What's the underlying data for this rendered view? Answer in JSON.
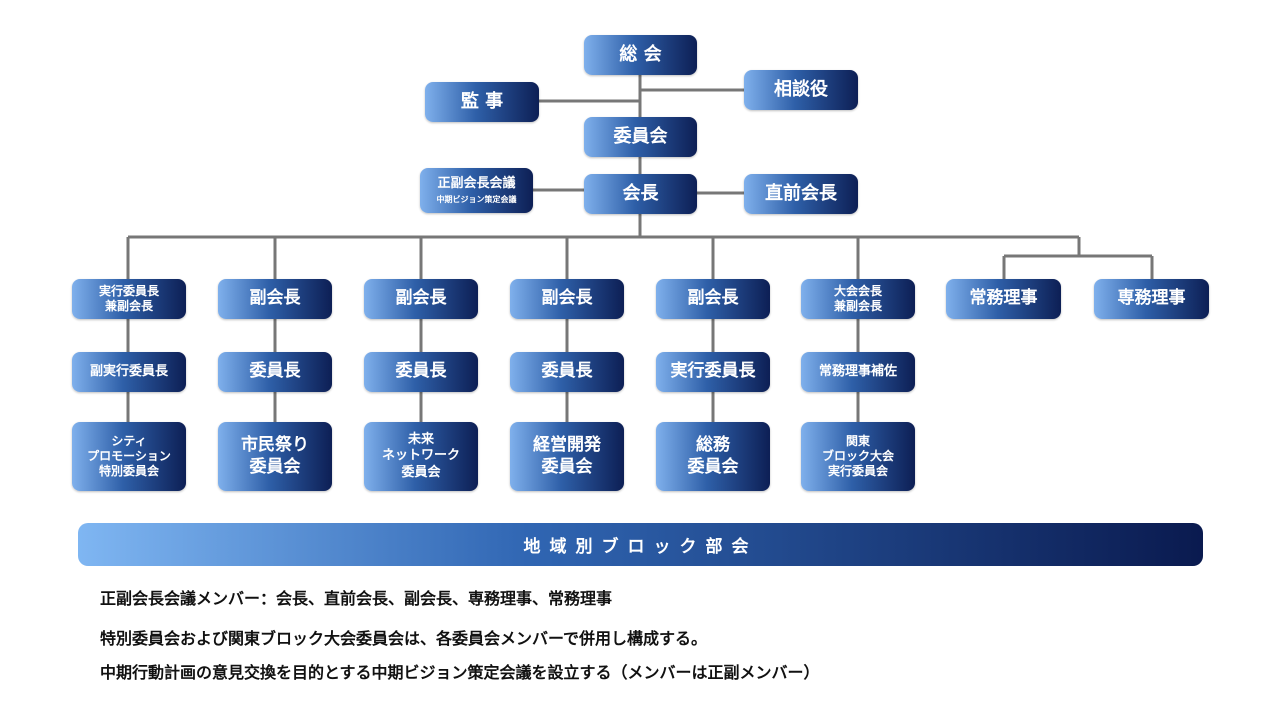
{
  "top": {
    "soukai": "総 会",
    "kanji": "監 事",
    "soudan": "相談役",
    "iinkai": "委員会",
    "kaichou": "会長",
    "seifuku_kaigi": "正副会長会議",
    "vision_kaigi": "中期ビジョン策定会議",
    "chokuzen": "直前会長"
  },
  "columns": [
    {
      "head": [
        "実行委員長",
        "兼副会長"
      ],
      "mid": [
        "副実行委員長"
      ],
      "bottom": [
        "シティ",
        "プロモーション",
        "特別委員会"
      ]
    },
    {
      "head": [
        "副会長"
      ],
      "mid": [
        "委員長"
      ],
      "bottom": [
        "市民祭り",
        "委員会"
      ]
    },
    {
      "head": [
        "副会長"
      ],
      "mid": [
        "委員長"
      ],
      "bottom": [
        "未来",
        "ネットワーク",
        "委員会"
      ]
    },
    {
      "head": [
        "副会長"
      ],
      "mid": [
        "委員長"
      ],
      "bottom": [
        "経営開発",
        "委員会"
      ]
    },
    {
      "head": [
        "副会長"
      ],
      "mid": [
        "実行委員長"
      ],
      "bottom": [
        "総務",
        "委員会"
      ]
    },
    {
      "head": [
        "大会会長",
        "兼副会長"
      ],
      "mid": [
        "常務理事補佐"
      ],
      "bottom": [
        "関東",
        "ブロック大会",
        "実行委員会"
      ]
    }
  ],
  "right": {
    "joumu": "常務理事",
    "senmu": "専務理事"
  },
  "banner": "地域別ブロック部会",
  "notes": [
    "正副会長会議メンバー：会長、直前会長、副会長、専務理事、常務理事",
    "特別委員会および関東ブロック大会委員会は、各委員会メンバーで併用し構成する。",
    "中期行動計画の意見交換を目的とする中期ビジョン策定会議を設立する（メンバーは正副メンバー）"
  ],
  "colors": {
    "line": "#777777",
    "box_light": "#7fb0ec",
    "box_dark": "#0d1f55"
  }
}
